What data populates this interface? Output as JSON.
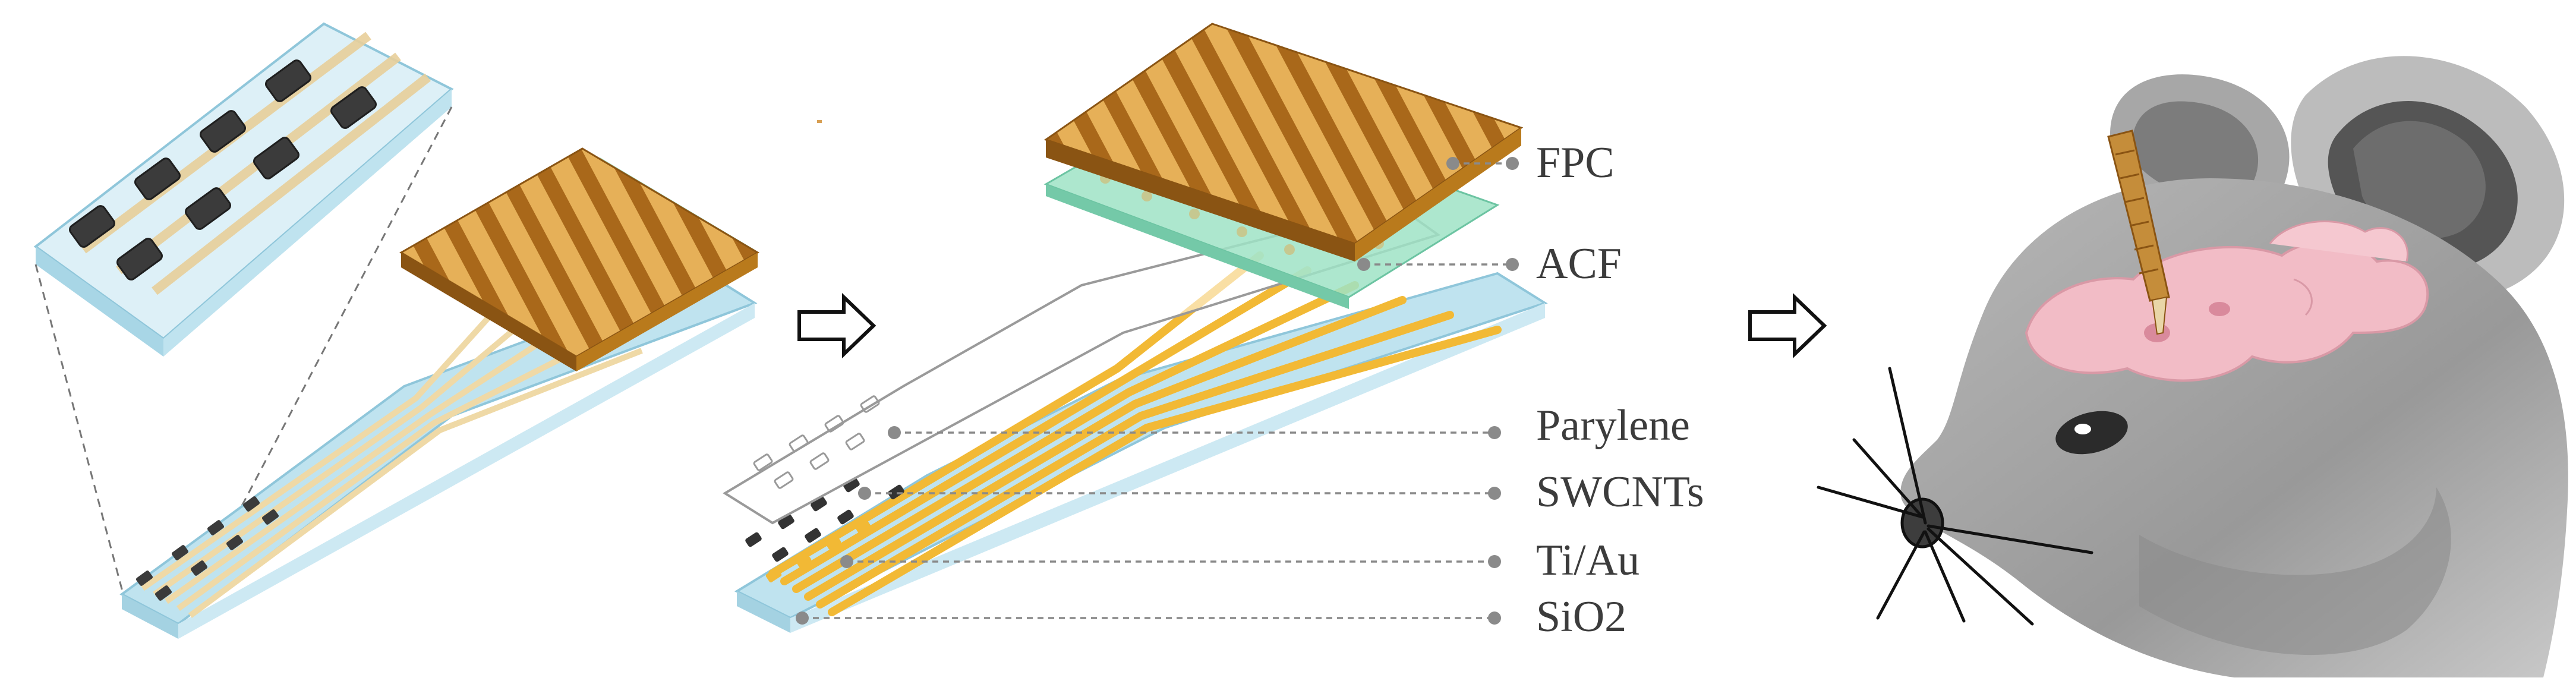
{
  "layer_labels": {
    "fpc": "FPC",
    "acf": "ACF",
    "parylene": "Parylene",
    "swcnts": "SWCNTs",
    "tiau": "Ti/Au",
    "sio2": "SiO2"
  },
  "arrows": [
    "right-arrow",
    "right-arrow"
  ],
  "colors": {
    "substrate": "#bfe3ef",
    "substrate_edge": "#8fc6da",
    "gold": "#f2b935",
    "gold_dark": "#b97a1c",
    "fpc_stripe": "#c7892a",
    "fpc_dark": "#8a5413",
    "acf": "#9fe3c6",
    "electrode": "#3b3b3b",
    "brain": "#f2bcc6",
    "mouse": "#9c9c9c",
    "leader": "#8a8a8a"
  }
}
